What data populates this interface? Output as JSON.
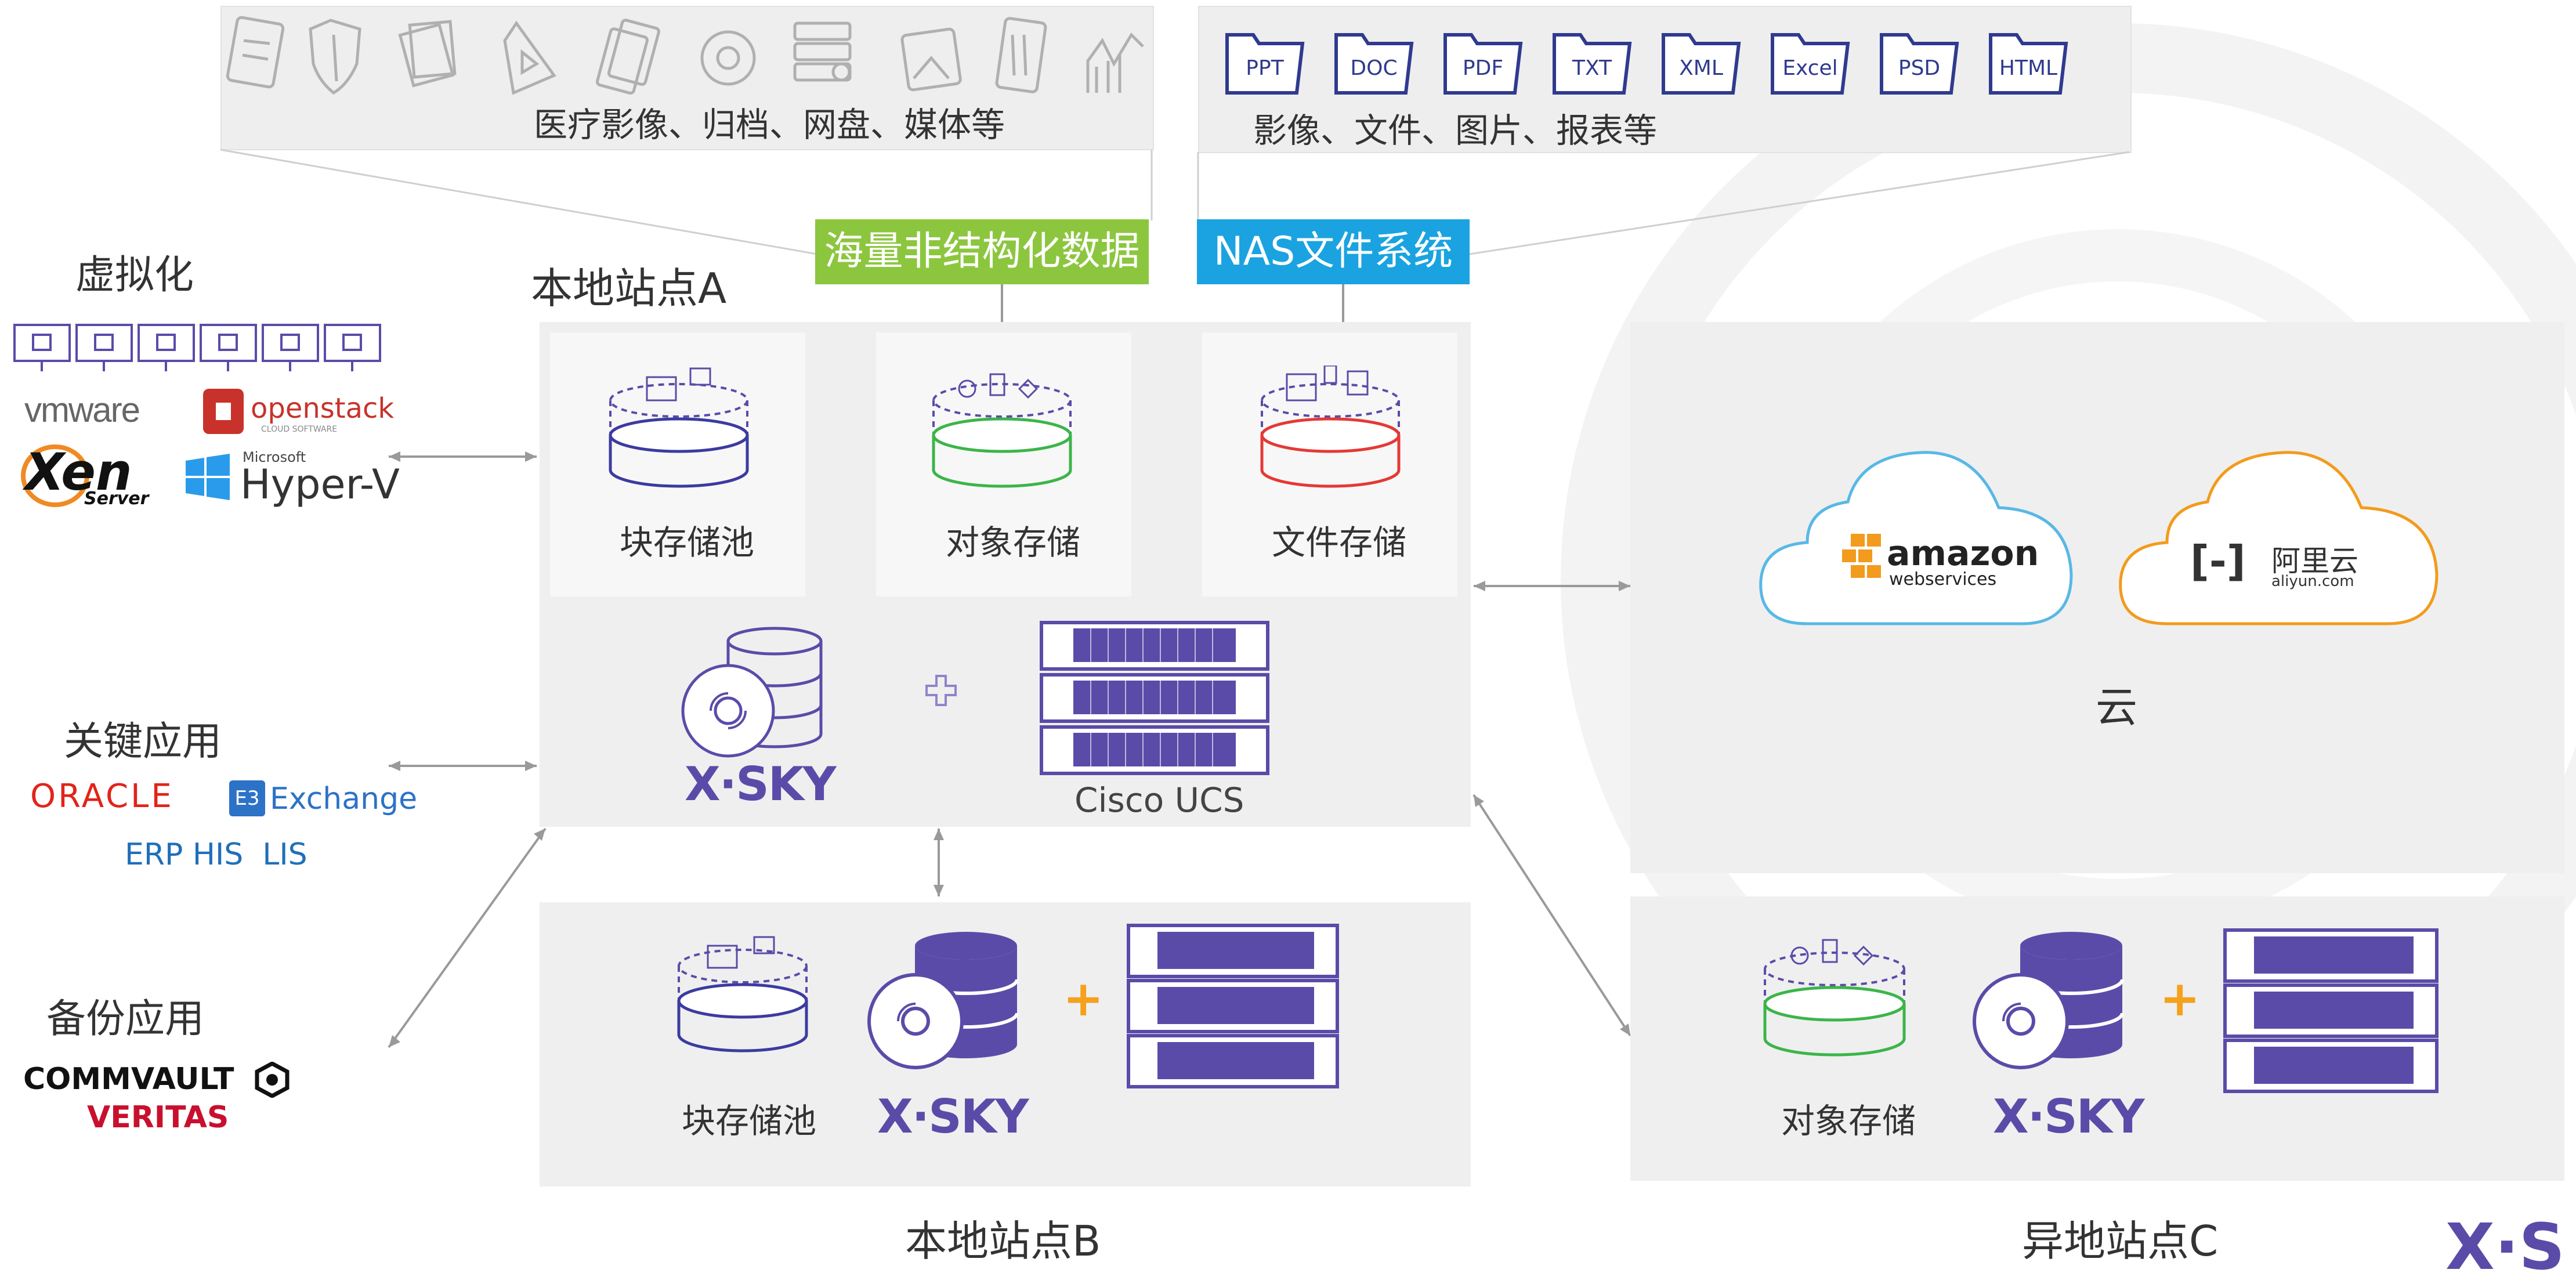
{
  "top_left_box": {
    "caption": "医疗影像、归档、网盘、媒体等",
    "icons": [
      "document-icon",
      "shield-icon",
      "stack-icon",
      "play-icon",
      "files-icon",
      "gear-icon",
      "server-icon",
      "image-icon",
      "archive-icon",
      "chart-icon"
    ]
  },
  "top_right_box": {
    "caption": "影像、文件、图片、报表等",
    "file_types": [
      "PPT",
      "DOC",
      "PDF",
      "TXT",
      "XML",
      "Excel",
      "PSD",
      "HTML"
    ]
  },
  "tags": {
    "unstructured": "海量非结构化数据",
    "nas": "NAS文件系统"
  },
  "left": {
    "virtualization_title": "虚拟化",
    "virtualization_logos": {
      "vmware": "vmware",
      "openstack": "openstack",
      "openstack_sub": "CLOUD SOFTWARE",
      "xen": "Xen",
      "xen_sub": "Server",
      "hyperv_ms": "Microsoft",
      "hyperv": "Hyper-V"
    },
    "key_apps_title": "关键应用",
    "key_apps": {
      "oracle": "ORACLE",
      "exchange": "Exchange",
      "exchange_badge": "E3",
      "apps": "ERP HIS  LIS"
    },
    "backup_title": "备份应用",
    "backup_apps": {
      "commvault": "COMMVAULT",
      "veritas": "VERITAS"
    }
  },
  "site_a": {
    "title": "本地站点A",
    "block_pool": "块存储池",
    "object_storage": "对象存储",
    "file_storage": "文件存储",
    "xsky": "X·SKY",
    "cisco": "Cisco UCS"
  },
  "site_b": {
    "title": "本地站点B",
    "block_pool": "块存储池",
    "xsky": "X·SKY"
  },
  "cloud": {
    "title": "云",
    "amazon": "amazon",
    "amazon_sub": "webservices",
    "aliyun": "阿里云",
    "aliyun_sub": "aliyun.com",
    "aliyun_mark": "[-]"
  },
  "site_c": {
    "title": "异地站点C",
    "object_storage": "对象存储",
    "xsky": "X·SKY"
  },
  "corner_logo": "X·S",
  "colors": {
    "purple": "#5b4ba8",
    "green_tag": "#8cc63f",
    "blue_tag": "#1aa3e0",
    "orange_plus": "#f4a11d",
    "oracle_red": "#e2231a",
    "exchange_blue": "#2c72c7",
    "app_blue": "#1f6fba",
    "veritas_red": "#c8102e",
    "amazon_cloud": "#58b8e6",
    "aliyun_cloud": "#f29b1d"
  }
}
